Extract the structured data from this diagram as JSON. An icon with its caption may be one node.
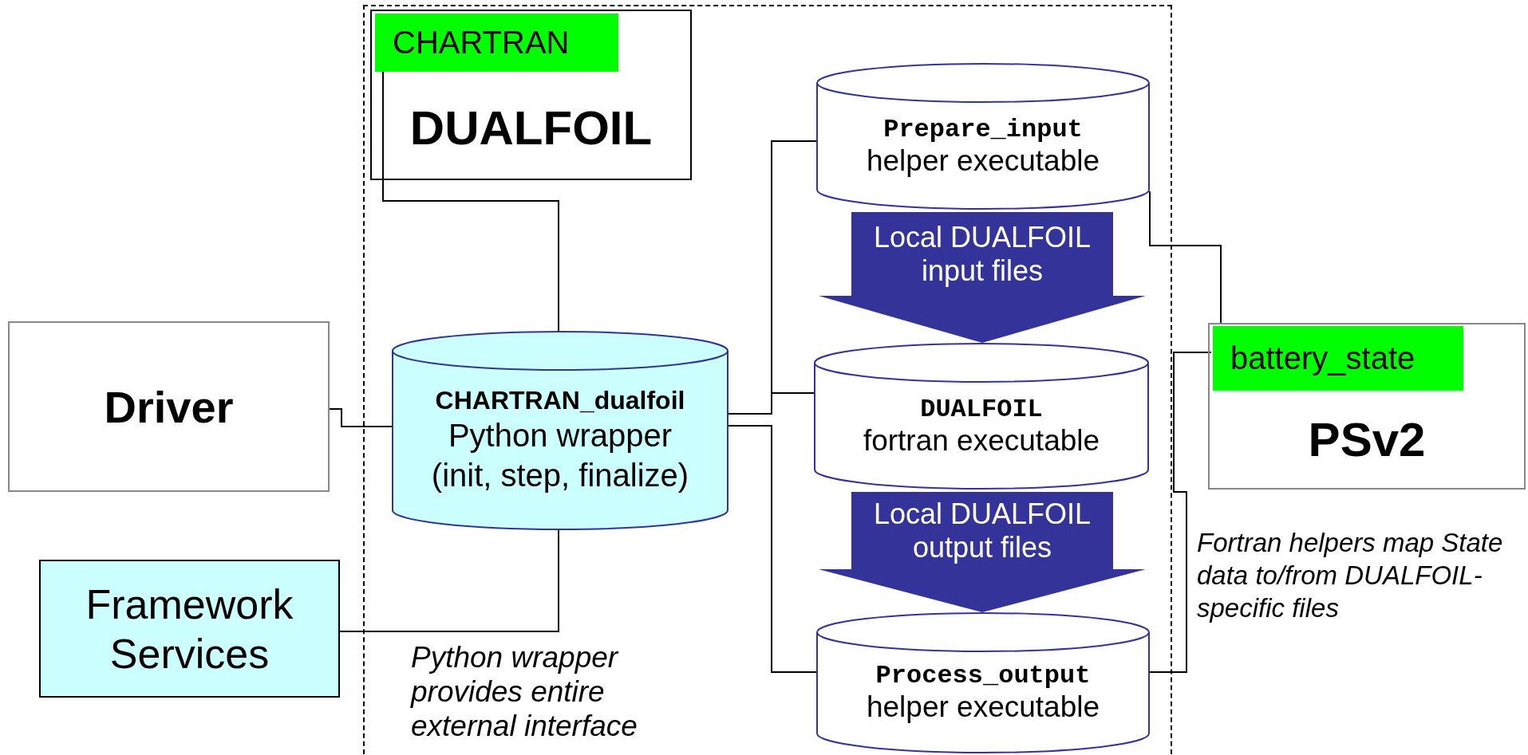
{
  "diagram": {
    "nodes": [
      {
        "text": [
          "DUALFOIL"
        ]
      },
      {
        "text": [
          "CHARTRAN"
        ],
        "in": 0
      },
      {
        "text": [
          "Driver"
        ]
      },
      {
        "text": [
          "CHARTRAN_dualfoil",
          "Python wrapper (init, step, finalize)"
        ]
      },
      {
        "text": [
          "Framework Services"
        ]
      },
      {
        "text": [
          "Prepare_input",
          "helper executable"
        ]
      },
      {
        "text": [
          "DUALFOIL",
          "fortran executable"
        ]
      },
      {
        "text": [
          "Process_output",
          "helper executable"
        ]
      },
      {
        "text": [
          "PSv2"
        ]
      },
      {
        "text": [
          "battery_state"
        ],
        "in": 8
      }
    ],
    "edges": [
      {
        "from": 1,
        "to": 3,
        "arrow": "none"
      },
      {
        "from": 2,
        "to": 3,
        "arrow": "none"
      },
      {
        "from": 4,
        "to": 3,
        "arrow": "none"
      },
      {
        "from": 3,
        "to": 5,
        "arrow": "none"
      },
      {
        "from": 3,
        "to": 6,
        "arrow": "none"
      },
      {
        "from": 3,
        "to": 7,
        "arrow": "none"
      },
      {
        "from": 5,
        "to": 9,
        "arrow": "none"
      },
      {
        "from": 7,
        "to": 9,
        "arrow": "none"
      },
      {
        "from": 5,
        "to": 6,
        "arrow": "to",
        "label": "Local DUALFOIL input files",
        "style": "thick",
        "color": "#333399"
      },
      {
        "from": 6,
        "to": 7,
        "arrow": "to",
        "label": "Local DUALFOIL output files",
        "style": "thick",
        "color": "#333399"
      }
    ],
    "labels": [
      "Python wrapper provides entire external interface",
      "Fortran helpers map State data to/from DUALFOIL-specific files"
    ]
  }
}
